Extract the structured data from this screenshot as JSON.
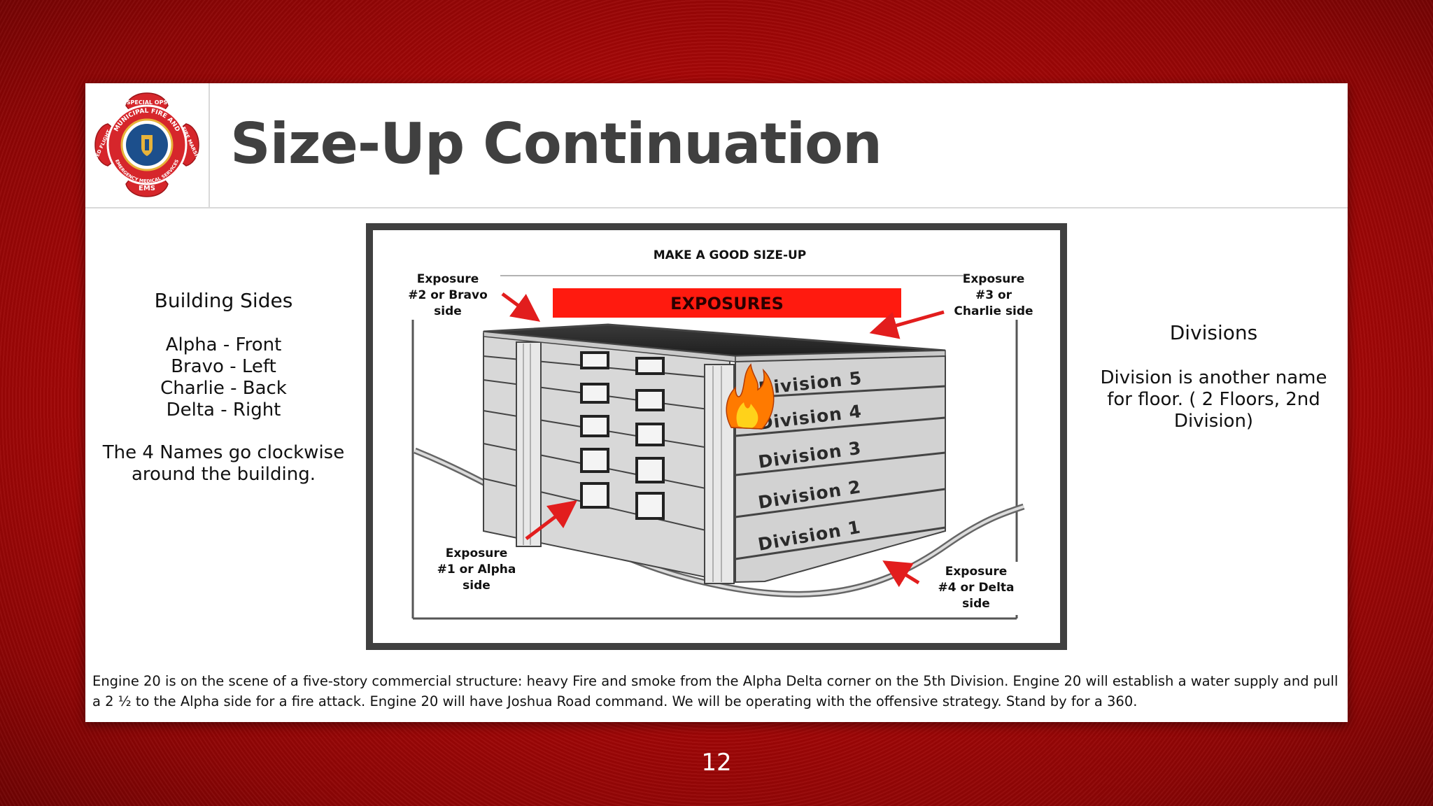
{
  "slide": {
    "title": "Size-Up Continuation",
    "logo": {
      "top_text": "SPECIAL OPS",
      "arc_text": "MUNICIPAL FIRE AND",
      "left_text": "MED FLIGHT",
      "right_text": "FIRE MARSHAL",
      "bottom_arc": "EMERGENCY MEDICAL SERVICES",
      "bottom_text": "EMS",
      "colors": {
        "red": "#d6262b",
        "blue": "#1c4f8c",
        "gold": "#e7b33a"
      }
    },
    "left_column": {
      "heading": "Building Sides",
      "sides": [
        "Alpha - Front",
        "Bravo - Left",
        "Charlie - Back",
        "Delta - Right"
      ],
      "note": "The 4 Names go clockwise around the building."
    },
    "right_column": {
      "heading": "Divisions",
      "note": "Division is another name for floor. ( 2 Floors, 2nd Division)"
    },
    "diagram": {
      "title": "MAKE A GOOD SIZE-UP",
      "banner": "EXPOSURES",
      "exposure_bravo": [
        "Exposure",
        "#2 or Bravo",
        "side"
      ],
      "exposure_charlie": [
        "Exposure",
        "#3 or",
        "Charlie side"
      ],
      "exposure_alpha": [
        "Exposure",
        "#1 or  Alpha",
        "side"
      ],
      "exposure_delta": [
        "Exposure",
        "#4 or Delta",
        "side"
      ],
      "divisions": [
        "Division 5",
        "Division 4",
        "Division 3",
        "Division 2",
        "Division 1"
      ],
      "arrow_color": "#e21d1d",
      "fire_icon": "flame-icon"
    },
    "caption": "Engine 20 is on the scene of a five-story commercial structure: heavy Fire and smoke from the Alpha Delta corner on the 5th Division. Engine 20 will establish a water supply and pull a 2 ½ to the Alpha side for a fire attack. Engine 20 will have Joshua Road command. We will be operating with the offensive strategy. Stand by for a 360.",
    "page_number": "12"
  }
}
